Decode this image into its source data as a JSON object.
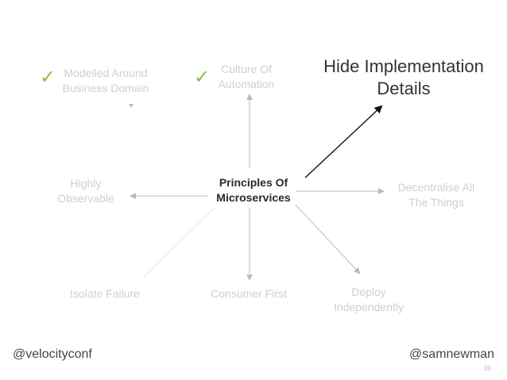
{
  "diagram": {
    "center": "Principles Of\nMicroservices",
    "focus": "Hide Implementation\nDetails",
    "nodes": {
      "modelled": "Modelled Around\nBusiness Domain",
      "culture": "Culture Of\nAutomation",
      "decentralise": "Decentralise All\nThe Things",
      "deploy": "Deploy\nIndependently",
      "consumer": "Consumer First",
      "isolate": "Isolate Failure",
      "observable": "Highly\nObservable"
    },
    "checkmark_symbol": "✓",
    "colors": {
      "muted_text": "#cfcfcf",
      "arrow_muted": "#bbbbbb",
      "arrow_focus": "#111111",
      "check": "#8ac048"
    }
  },
  "footer": {
    "left": "@velocityconf",
    "right": "@samnewman",
    "slide_number": "20"
  }
}
